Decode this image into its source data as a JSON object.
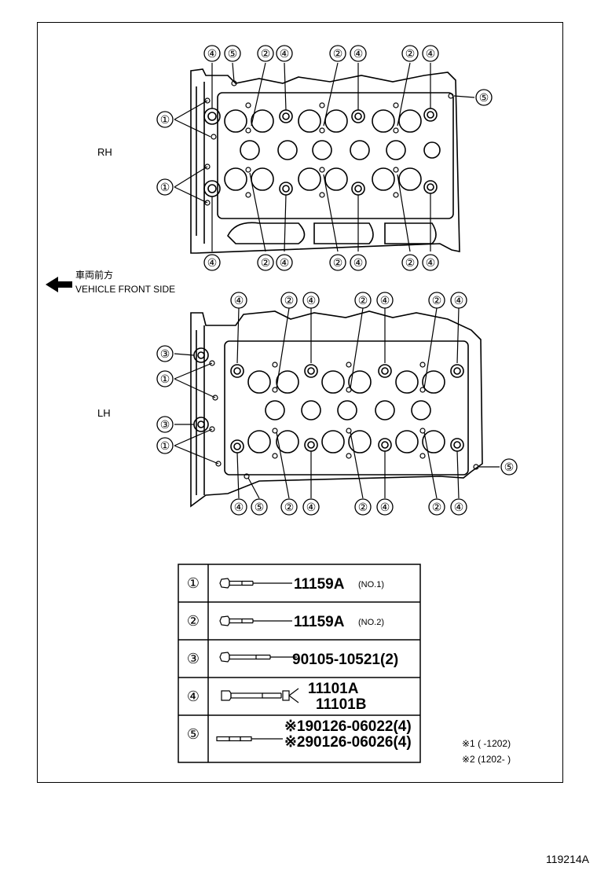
{
  "figure_id": "119214A",
  "labels": {
    "rh": "RH",
    "lh": "LH",
    "front_jp": "車両前方",
    "front_en": "VEHICLE FRONT SIDE"
  },
  "callout_numbers": [
    "①",
    "②",
    "③",
    "④",
    "⑤"
  ],
  "parts_table": [
    {
      "ref": "①",
      "lines": [
        "11159A"
      ],
      "note": "(NO.1)"
    },
    {
      "ref": "②",
      "lines": [
        "11159A"
      ],
      "note": "(NO.2)"
    },
    {
      "ref": "③",
      "lines": [
        "90105-10521(2)"
      ],
      "note": ""
    },
    {
      "ref": "④",
      "lines": [
        "11101A",
        "11101B"
      ],
      "note": ""
    },
    {
      "ref": "⑤",
      "lines": [
        "※190126-06022(4)",
        "※290126-06026(4)"
      ],
      "note": ""
    }
  ],
  "footnotes": [
    "※1 (    -1202)",
    "※2 (1202-     )"
  ]
}
